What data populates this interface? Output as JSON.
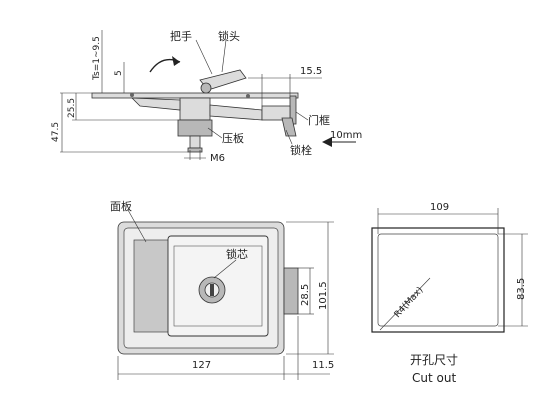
{
  "side_view": {
    "label_handle": "把手",
    "label_lock_head": "锁头",
    "label_pressure_plate": "压板",
    "label_door_frame": "门框",
    "label_latch": "锁栓",
    "dim_ts": "Ts=1~9.5",
    "dim_5": "5",
    "dim_15_5": "15.5",
    "dim_25_5": "25.5",
    "dim_47_5": "47.5",
    "dim_m6": "M6",
    "dim_10mm": "10mm"
  },
  "front_view": {
    "label_panel": "面板",
    "label_lock_core": "锁芯",
    "dim_127": "127",
    "dim_11_5": "11.5",
    "dim_101_5": "101.5",
    "dim_28_5": "28.5"
  },
  "cutout": {
    "dim_109": "109",
    "dim_83_5": "83.5",
    "dim_radius": "R4(Max)",
    "title_cn": "开孔尺寸",
    "title_en": "Cut out"
  }
}
